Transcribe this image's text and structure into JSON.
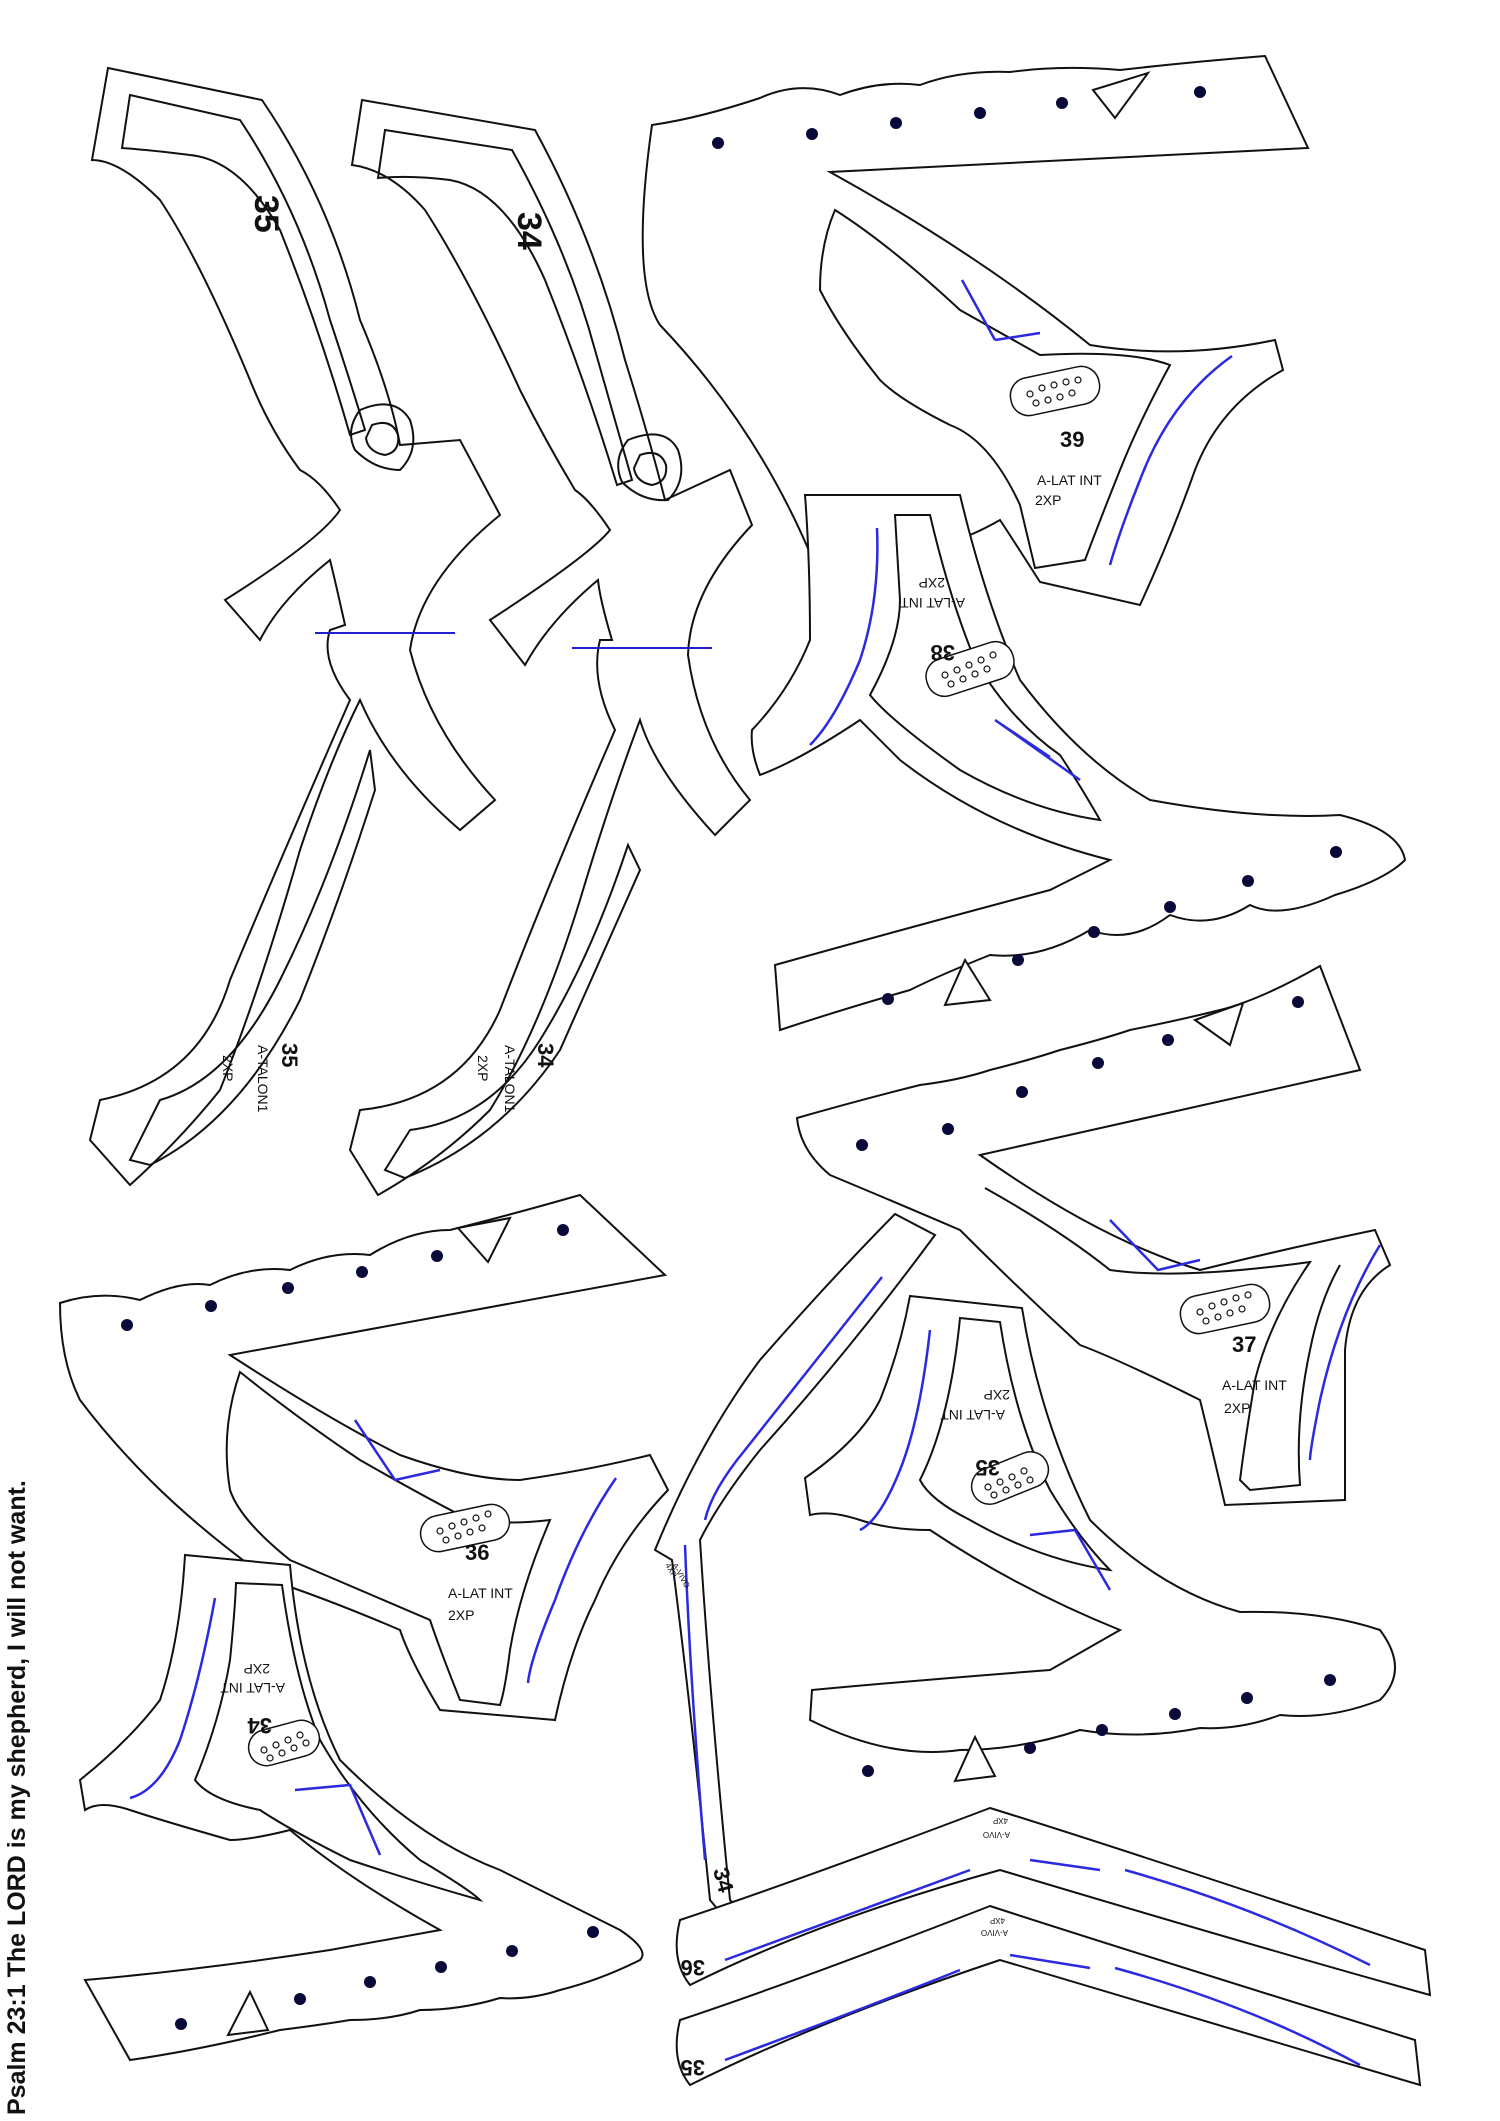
{
  "sheet": {
    "verse": "Psalm 23:1 The LORD is my shepherd, I will not want."
  },
  "pieces": {
    "talon35": {
      "num_top": "35",
      "num_bottom": "35",
      "name": "A-TALON1",
      "qty": "2XP"
    },
    "talon34": {
      "num_top": "34",
      "num_bottom": "34",
      "name": "A-TALON1",
      "qty": "2XP"
    },
    "p39": {
      "num": "39",
      "name": "A-LAT INT",
      "qty": "2XP"
    },
    "p38": {
      "num": "38",
      "name": "A-LAT INT",
      "qty": "2XP"
    },
    "p37": {
      "num": "37",
      "name": "A-LAT INT",
      "qty": "2XP"
    },
    "p36": {
      "num": "36",
      "name": "A-LAT INT",
      "qty": "2XP"
    },
    "p35": {
      "num": "35",
      "name": "A-LAT INT",
      "qty": "2XP"
    },
    "p34": {
      "num": "34",
      "name": "A-LAT INT",
      "qty": "2XP"
    },
    "strip34": {
      "num": "34",
      "name": "A-VIVO",
      "qty": "4XP"
    },
    "strip36": {
      "num": "36",
      "name": "A-VIVO",
      "qty": "4XP"
    },
    "strip35": {
      "num": "35",
      "name": "A-VIVO",
      "qty": "4XP"
    }
  },
  "colors": {
    "outline": "#111111",
    "slot": "#2a2ae0",
    "dot": "#0a0a3a"
  }
}
